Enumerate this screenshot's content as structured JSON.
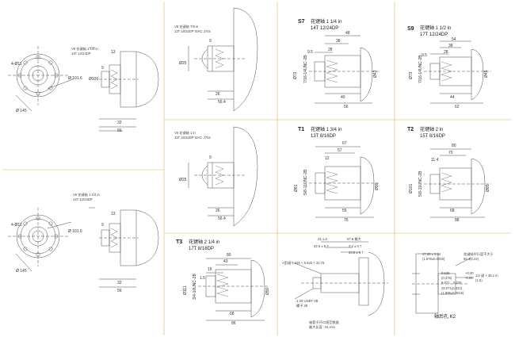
{
  "colors": {
    "divider": "#d9b45a",
    "line": "#4a4a4a",
    "text": "#222222"
  },
  "top_left": {
    "header": "V8   花键轴 1 1/4 in",
    "sub": "14T 12/24DP",
    "dims": [
      "4-Ø11",
      "Ø100",
      "Ø 101.6",
      "Ø 145",
      "13",
      "9",
      "32",
      "56"
    ]
  },
  "bottom_left": {
    "header": "V8   花键轴 1 1/4 in",
    "sub": "14T 12/24DP",
    "dims": [
      "4-Ø11",
      "Ø 101.6",
      "Ø 145",
      "13",
      "9",
      "32",
      "56"
    ]
  },
  "v8_panel": {
    "header": "V8   花键轴 7/8 in",
    "sub": "13T 16/32DP  ISAC J744",
    "dims": [
      "Ø25",
      "26",
      "9",
      "56.4"
    ]
  },
  "v9_panel": {
    "header": "V9   花键轴 1 in",
    "sub": "15T 16/32DP  ISAC J744",
    "dims": [
      "Ø25",
      "26",
      "9",
      "56.4"
    ]
  },
  "S7": {
    "code": "S7",
    "title": "花键轴 1 1/4 in",
    "sub": "14T 12/24DP",
    "dims": [
      "48",
      "38",
      "28",
      "9.5",
      "40",
      "56",
      "Ø73",
      "Ø43"
    ],
    "thread": "7/16-14UNC-2B"
  },
  "S9": {
    "code": "S9",
    "title": "花键轴 1 1/2 in",
    "sub": "17T 12/24DP",
    "dims": [
      "54",
      "38",
      "28",
      "9.5",
      "44",
      "62",
      "Ø73",
      "Ø45"
    ],
    "thread": "7/16-14UNC-2B"
  },
  "T1": {
    "code": "T1",
    "title": "花键轴 1 3/4 in",
    "sub": "13T 8/16DP",
    "dims": [
      "67",
      "57",
      "12",
      "55",
      "75",
      "Ø81",
      "Ø90"
    ],
    "thread": "5/8-11UNC-2B"
  },
  "T2": {
    "code": "T2",
    "title": "花键轴 2 in",
    "sub": "15T 8/16DP",
    "dims": [
      "80",
      "70",
      "11.4",
      "68",
      "88",
      "Ø101",
      "Ø85"
    ],
    "thread": "5/8-11UNC-2B"
  },
  "T3": {
    "code": "T3",
    "title": "花键轴 2 1/4 in",
    "sub": "17T 8/16DP",
    "dims": [
      "80",
      "43",
      "16",
      "1.5",
      "68",
      "86",
      "Ø111",
      "Ø90"
    ],
    "thread": "3/4-10UNC-2B"
  },
  "shaft": {
    "labels": [
      "Z1:1.6",
      "57.8 最大",
      "32.5 ± 0.7",
      "3.2 ± 0.7",
      "24.8 ± 0.7",
      "A型键 9.525 × 9.525 × 31.75",
      "1-20 UNEF-2B",
      "螺子 38"
    ],
    "note1": "轴套子开口规范数据",
    "note2": "最大长度 : 81 mm"
  },
  "k2": {
    "notes": [
      "47.65 ± 0.04",
      "(1.876±0.0015)",
      "花键轴平行度不大于",
      "56.4(2.22)",
      "9.525",
      "(0.375)",
      "8.071",
      "0.025",
      "28.071(0.033)",
      "(1.896±0.0015)",
      "+0.00",
      "-0.03",
      "1/2 键 × 38.1 in",
      "(1.5)"
    ],
    "caption": "轴后孔  K2"
  }
}
